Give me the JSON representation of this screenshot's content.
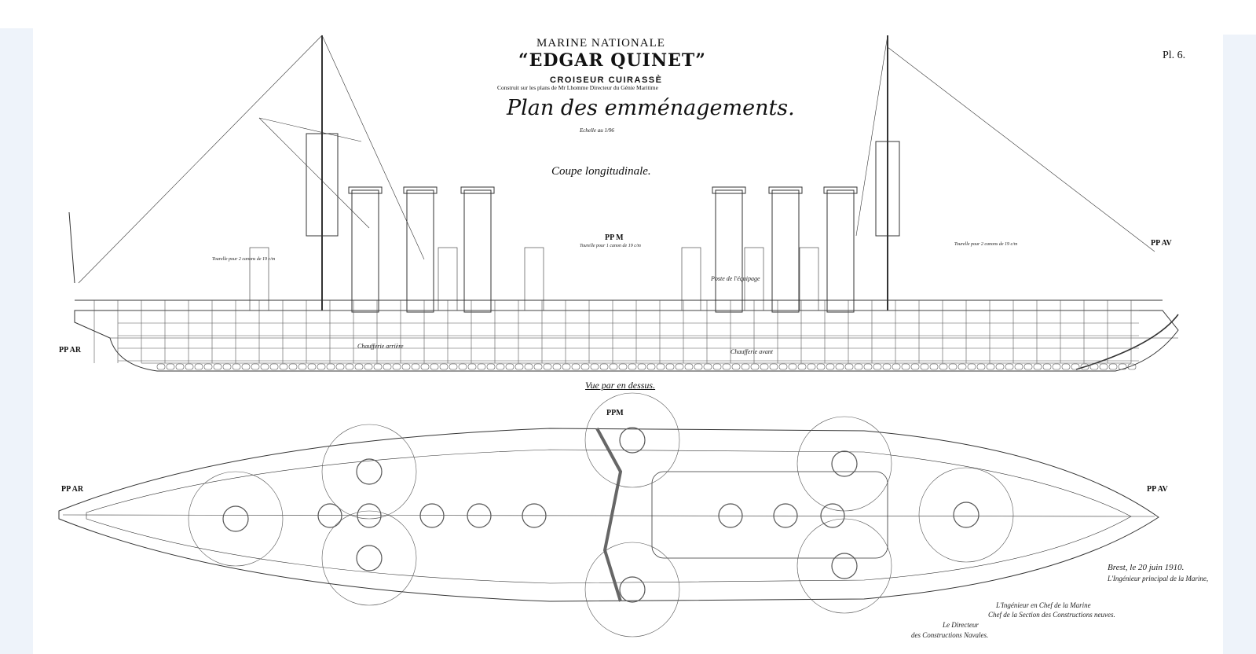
{
  "drawing": {
    "header": "MARINE NATIONALE",
    "ship_name": "“EDGAR QUINET”",
    "ship_type": "CROISEUR CUIRASSÈ",
    "designer_note": "Construit sur les plans de Mr Lhomme Directeur du Génie Maritime",
    "plan_title": "Plan des emménagements.",
    "scale": "Echelle au 1/96",
    "section_title": "Coupe longitudinale.",
    "plate_number": "Pl. 6.",
    "top_view_title": "Vue par en dessus.",
    "labels": {
      "pp_ar_side": "PP AR",
      "ppm_side": "PP M",
      "pp_av_side": "PP AV",
      "pp_ar_top": "PP AR",
      "ppm_top": "PPM",
      "pp_av_top": "PP AV"
    },
    "annotations": {
      "chaufferie_arriere": "Chaufferie arrière",
      "chaufferie_avant": "Chaufferie avant",
      "poste_equipage": "Poste de l'équipage",
      "tourelle_ar": "Tourelle pour 2 canons de 19 c/m",
      "tourelle_av": "Tourelle pour 2 canons de 19 c/m",
      "tourelle_m": "Tourelle pour 1 canon de 19 c/m"
    },
    "signatures": {
      "place_date": "Brest, le 20 juin 1910.",
      "ingenieur_principal": "L'Ingénieur principal de la Marine,",
      "ingenieur_chef": "L'Ingénieur en Chef de la Marine",
      "chef_section": "Chef de la Section des Constructions neuves.",
      "directeur": "Le Directeur",
      "directeur_2": "des Constructions Navales."
    }
  }
}
